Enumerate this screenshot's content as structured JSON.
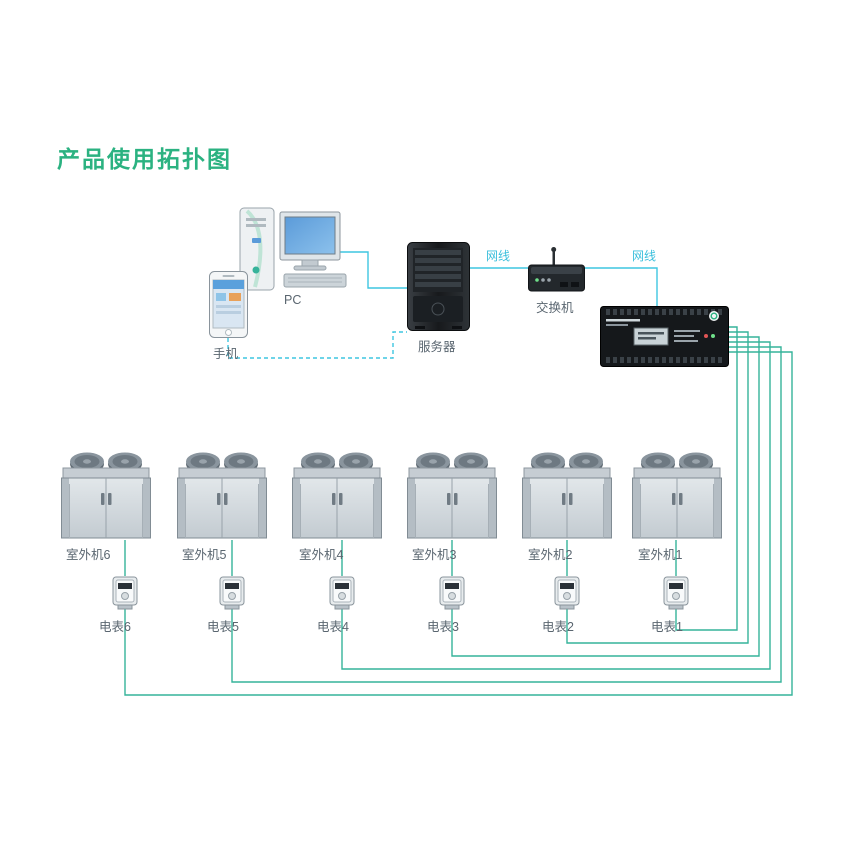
{
  "title": "产品使用拓扑图",
  "colors": {
    "accent_green": "#2bb281",
    "cable_cyan": "#3bbfdc",
    "bus_teal": "#35b39a"
  },
  "labels": {
    "cable1": "网线",
    "cable2": "网线"
  },
  "devices": {
    "pc": "PC",
    "phone": "手机",
    "server": "服务器",
    "switch": "交换机"
  },
  "outdoor_units": [
    "室外机6",
    "室外机5",
    "室外机4",
    "室外机3",
    "室外机2",
    "室外机1"
  ],
  "meters": [
    "电表6",
    "电表5",
    "电表4",
    "电表3",
    "电表2",
    "电表1"
  ]
}
